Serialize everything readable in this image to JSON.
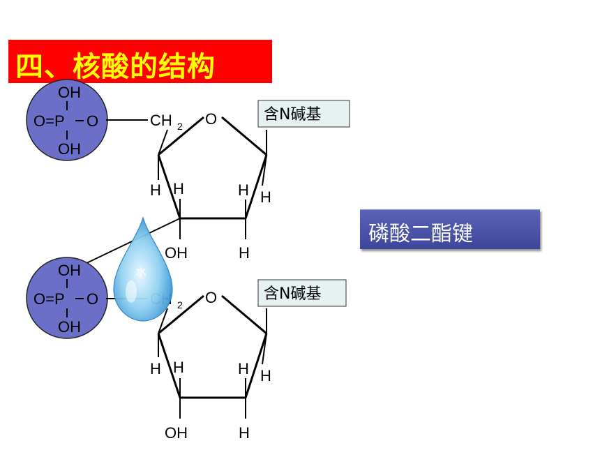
{
  "title": "四、核酸的结构",
  "bond_label": "磷酸二酯键",
  "water_label": "水",
  "phosphate": {
    "top_oh": "OH",
    "left": "O=P",
    "right": "O",
    "bottom_oh": "OH"
  },
  "sugar": {
    "ch": "CH",
    "sub": "2",
    "ring_o": "O",
    "h": "H",
    "oh": "OH"
  },
  "base_label": "含N碱基",
  "colors": {
    "title_bg": "#ff0000",
    "title_text": "#ffff00",
    "phosphate_fill": "#6b6fc7",
    "bond_box": "#4a52a8",
    "base_box": "#e6f2f2"
  }
}
